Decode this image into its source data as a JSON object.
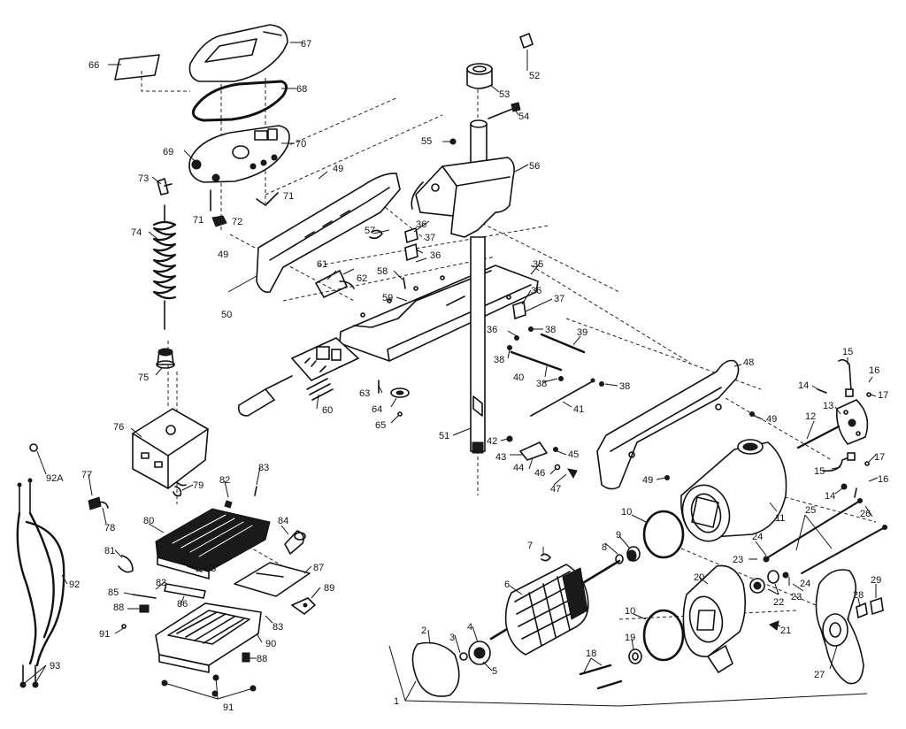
{
  "callouts": [
    {
      "id": "66",
      "text": "66"
    },
    {
      "id": "67",
      "text": "67"
    },
    {
      "id": "68",
      "text": "68"
    },
    {
      "id": "69",
      "text": "69"
    },
    {
      "id": "70",
      "text": "70"
    },
    {
      "id": "71a",
      "text": "71"
    },
    {
      "id": "71b",
      "text": "71"
    },
    {
      "id": "72",
      "text": "72"
    },
    {
      "id": "73",
      "text": "73"
    },
    {
      "id": "74",
      "text": "74"
    },
    {
      "id": "75",
      "text": "75"
    },
    {
      "id": "76",
      "text": "76"
    },
    {
      "id": "49a",
      "text": "49"
    },
    {
      "id": "49b",
      "text": "49"
    },
    {
      "id": "49c",
      "text": "49"
    },
    {
      "id": "49d",
      "text": "49"
    },
    {
      "id": "50",
      "text": "50"
    },
    {
      "id": "51",
      "text": "51"
    },
    {
      "id": "52",
      "text": "52"
    },
    {
      "id": "53",
      "text": "53"
    },
    {
      "id": "54",
      "text": "54"
    },
    {
      "id": "55",
      "text": "55"
    },
    {
      "id": "56",
      "text": "56"
    },
    {
      "id": "57",
      "text": "57"
    },
    {
      "id": "58",
      "text": "58"
    },
    {
      "id": "59",
      "text": "59"
    },
    {
      "id": "60",
      "text": "60"
    },
    {
      "id": "61",
      "text": "61"
    },
    {
      "id": "62",
      "text": "62"
    },
    {
      "id": "63",
      "text": "63"
    },
    {
      "id": "64",
      "text": "64"
    },
    {
      "id": "65",
      "text": "65"
    },
    {
      "id": "35",
      "text": "35"
    },
    {
      "id": "36a",
      "text": "36"
    },
    {
      "id": "36b",
      "text": "36"
    },
    {
      "id": "36c",
      "text": "36"
    },
    {
      "id": "36d",
      "text": "36"
    },
    {
      "id": "37a",
      "text": "37"
    },
    {
      "id": "37b",
      "text": "37"
    },
    {
      "id": "38a",
      "text": "38"
    },
    {
      "id": "38b",
      "text": "38"
    },
    {
      "id": "38c",
      "text": "38"
    },
    {
      "id": "38d",
      "text": "38"
    },
    {
      "id": "39",
      "text": "39"
    },
    {
      "id": "40",
      "text": "40"
    },
    {
      "id": "41",
      "text": "41"
    },
    {
      "id": "42",
      "text": "42"
    },
    {
      "id": "43",
      "text": "43"
    },
    {
      "id": "44",
      "text": "44"
    },
    {
      "id": "45",
      "text": "45"
    },
    {
      "id": "46",
      "text": "46"
    },
    {
      "id": "47",
      "text": "47"
    },
    {
      "id": "48",
      "text": "48"
    },
    {
      "id": "11",
      "text": "11"
    },
    {
      "id": "12",
      "text": "12"
    },
    {
      "id": "13",
      "text": "13"
    },
    {
      "id": "14a",
      "text": "14"
    },
    {
      "id": "14b",
      "text": "14"
    },
    {
      "id": "15a",
      "text": "15"
    },
    {
      "id": "15b",
      "text": "15"
    },
    {
      "id": "16a",
      "text": "16"
    },
    {
      "id": "16b",
      "text": "16"
    },
    {
      "id": "17a",
      "text": "17"
    },
    {
      "id": "17b",
      "text": "17"
    },
    {
      "id": "25",
      "text": "25"
    },
    {
      "id": "26",
      "text": "26"
    },
    {
      "id": "10a",
      "text": "10"
    },
    {
      "id": "10b",
      "text": "10"
    },
    {
      "id": "24a",
      "text": "24"
    },
    {
      "id": "24b",
      "text": "24"
    },
    {
      "id": "23a",
      "text": "23"
    },
    {
      "id": "23b",
      "text": "23"
    },
    {
      "id": "22",
      "text": "22"
    },
    {
      "id": "20",
      "text": "20"
    },
    {
      "id": "21",
      "text": "21"
    },
    {
      "id": "29",
      "text": "29"
    },
    {
      "id": "28",
      "text": "28"
    },
    {
      "id": "27",
      "text": "27"
    },
    {
      "id": "7",
      "text": "7"
    },
    {
      "id": "8",
      "text": "8"
    },
    {
      "id": "9",
      "text": "9"
    },
    {
      "id": "6",
      "text": "6"
    },
    {
      "id": "4",
      "text": "4"
    },
    {
      "id": "3",
      "text": "3"
    },
    {
      "id": "5",
      "text": "5"
    },
    {
      "id": "2",
      "text": "2"
    },
    {
      "id": "1",
      "text": "1"
    },
    {
      "id": "18",
      "text": "18"
    },
    {
      "id": "19",
      "text": "19"
    },
    {
      "id": "77",
      "text": "77"
    },
    {
      "id": "78",
      "text": "78"
    },
    {
      "id": "79",
      "text": "79"
    },
    {
      "id": "80",
      "text": "80"
    },
    {
      "id": "81",
      "text": "81"
    },
    {
      "id": "82",
      "text": "82"
    },
    {
      "id": "83a",
      "text": "83"
    },
    {
      "id": "83b",
      "text": "83"
    },
    {
      "id": "83c",
      "text": "83"
    },
    {
      "id": "83d",
      "text": "83"
    },
    {
      "id": "84",
      "text": "84"
    },
    {
      "id": "85",
      "text": "85"
    },
    {
      "id": "86",
      "text": "86"
    },
    {
      "id": "87",
      "text": "87"
    },
    {
      "id": "88a",
      "text": "88"
    },
    {
      "id": "88b",
      "text": "88"
    },
    {
      "id": "89",
      "text": "89"
    },
    {
      "id": "90",
      "text": "90"
    },
    {
      "id": "91a",
      "text": "91"
    },
    {
      "id": "91b",
      "text": "91"
    },
    {
      "id": "92",
      "text": "92"
    },
    {
      "id": "92A",
      "text": "92A"
    },
    {
      "id": "93",
      "text": "93"
    }
  ]
}
